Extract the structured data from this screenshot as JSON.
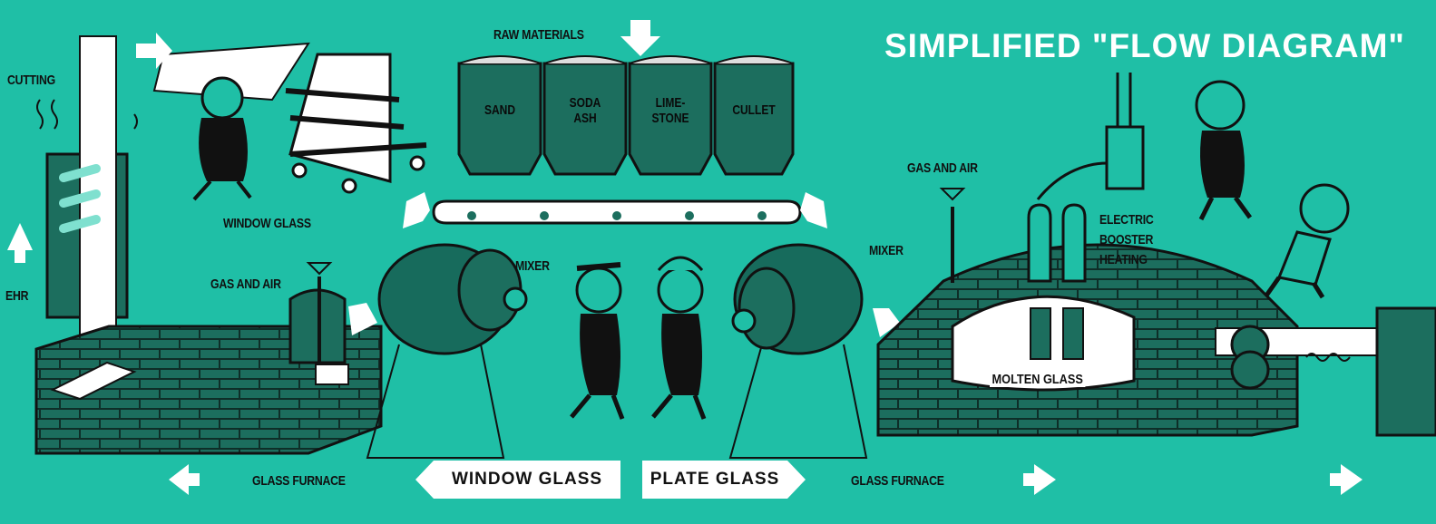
{
  "title": "SIMPLIFIED \"FLOW DIAGRAM\"",
  "labels": {
    "cutting": "CUTTING",
    "lehr": "EHR",
    "window_glass_top": "WINDOW GLASS",
    "gas_air_left": "GAS AND AIR",
    "raw_materials": "RAW MATERIALS",
    "mixer_left": "MIXER",
    "mixer_right": "MIXER",
    "gas_air_right": "GAS AND AIR",
    "electric_booster": "ELECTRIC\nBOOSTER\nHEATING",
    "molten_glass": "MOLTEN GLASS",
    "glass_furnace_left": "GLASS FURNACE",
    "glass_furnace_right": "GLASS FURNACE"
  },
  "bins": [
    {
      "label": "SAND"
    },
    {
      "label": "SODA\nASH"
    },
    {
      "label": "LIME-\nSTONE"
    },
    {
      "label": "CULLET"
    }
  ],
  "banners": {
    "window_glass": "WINDOW GLASS",
    "plate_glass": "PLATE GLASS"
  },
  "colors": {
    "background": "#1fbfa6",
    "dark_teal": "#176b5c",
    "ink": "#101010",
    "white": "#ffffff"
  }
}
